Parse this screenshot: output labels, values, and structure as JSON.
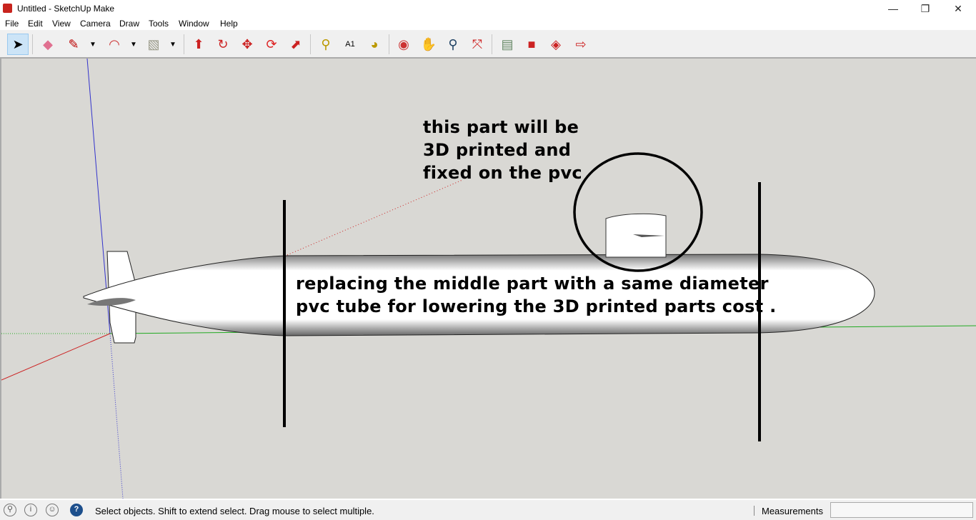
{
  "window": {
    "title": "Untitled - SketchUp Make",
    "minimize": "—",
    "restore": "❐",
    "close": "✕"
  },
  "menu": [
    "File",
    "Edit",
    "View",
    "Camera",
    "Draw",
    "Tools",
    "Window",
    "Help"
  ],
  "toolbar": {
    "tools": [
      "select",
      "eraser",
      "pencil",
      "arc",
      "rectangle",
      "push-pull",
      "follow-me",
      "move",
      "rotate",
      "scale",
      "tape-measure",
      "text",
      "paint-bucket",
      "orbit",
      "pan",
      "zoom",
      "zoom-extents",
      "3d-warehouse",
      "extension-warehouse",
      "layout",
      "send-to-layout"
    ]
  },
  "annotations": {
    "top_line1": "this part will be",
    "top_line2": "3D printed and",
    "top_line3": "fixed on the pvc",
    "mid_line1": "replacing the middle part with a same diameter",
    "mid_line2": "pvc tube for lowering the 3D printed parts cost ."
  },
  "status": {
    "hint": "Select objects. Shift to extend select. Drag mouse to select multiple.",
    "measurements_label": "Measurements",
    "measurements_value": ""
  }
}
